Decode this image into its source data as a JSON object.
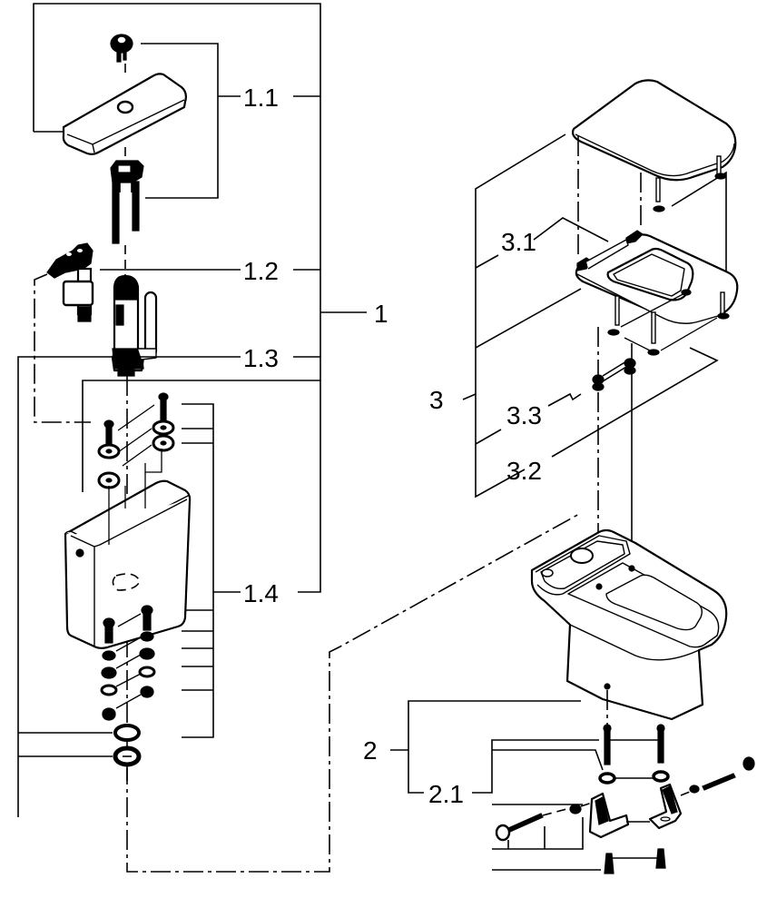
{
  "diagram": {
    "type": "exploded-parts-view",
    "subject": "close-coupled toilet with cistern, seat and fixing set",
    "colors": {
      "line": "#000000",
      "background": "#ffffff"
    },
    "labels": {
      "cistern_assembly": "1",
      "flush_button_set": "1.1",
      "fill_valve": "1.2",
      "flush_valve": "1.3",
      "cistern_fixing_set": "1.4",
      "toilet_bowl": "2",
      "floor_fixing_set": "2.1",
      "seat_assembly": "3",
      "seat_ring": "3.1",
      "buffers": "3.2",
      "hinge_set": "3.3"
    }
  }
}
